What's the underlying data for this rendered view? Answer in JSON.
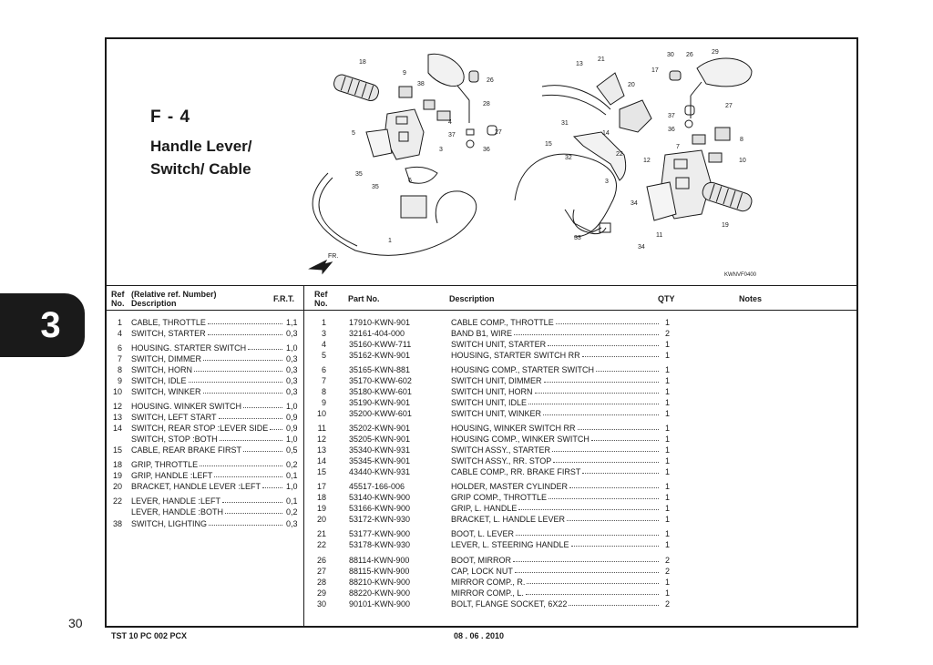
{
  "header": {
    "code": "F - 4",
    "title_line1": "Handle Lever/",
    "title_line2": "Switch/ Cable"
  },
  "figure": {
    "code": "KWNVF0400",
    "fr_label": "FR.",
    "callouts": [
      "18",
      "9",
      "38",
      "26",
      "28",
      "4",
      "5",
      "37",
      "27",
      "3",
      "36",
      "35",
      "35",
      "6",
      "1",
      "21",
      "13",
      "30",
      "26",
      "29",
      "17",
      "20",
      "27",
      "37",
      "36",
      "31",
      "14",
      "8",
      "15",
      "22",
      "32",
      "7",
      "10",
      "12",
      "3",
      "34",
      "33",
      "11",
      "34",
      "19"
    ]
  },
  "table_left": {
    "headers": {
      "ref_no": "Ref\nNo.",
      "relative": "(Relative ref. Number)",
      "description": "Description",
      "frt": "F.R.T."
    },
    "rows": [
      {
        "ref": "1",
        "desc": "CABLE, THROTTLE",
        "frt": "1,1"
      },
      {
        "ref": "4",
        "desc": "SWITCH, STARTER",
        "frt": "0,3"
      },
      {
        "ref": "6",
        "desc": "HOUSING. STARTER SWITCH",
        "frt": "1,0"
      },
      {
        "ref": "7",
        "desc": "SWITCH, DIMMER",
        "frt": "0,3"
      },
      {
        "ref": "8",
        "desc": "SWITCH, HORN",
        "frt": "0,3"
      },
      {
        "ref": "9",
        "desc": "SWITCH, IDLE",
        "frt": "0,3"
      },
      {
        "ref": "10",
        "desc": "SWITCH, WINKER",
        "frt": "0,3"
      },
      {
        "ref": "12",
        "desc": "HOUSING. WINKER SWITCH",
        "frt": "1,0"
      },
      {
        "ref": "13",
        "desc": "SWITCH, LEFT START",
        "frt": "0,9"
      },
      {
        "ref": "14",
        "desc": "SWITCH, REAR STOP :LEVER SIDE",
        "frt": "0,9"
      },
      {
        "ref": "",
        "desc": "SWITCH, STOP :BOTH",
        "frt": "1,0"
      },
      {
        "ref": "15",
        "desc": "CABLE, REAR BRAKE FIRST",
        "frt": "0,5"
      },
      {
        "ref": "18",
        "desc": "GRIP, THROTTLE",
        "frt": "0,2"
      },
      {
        "ref": "19",
        "desc": "GRIP, HANDLE :LEFT",
        "frt": "0,1"
      },
      {
        "ref": "20",
        "desc": "BRACKET, HANDLE LEVER :LEFT",
        "frt": "1,0"
      },
      {
        "ref": "22",
        "desc": "LEVER, HANDLE :LEFT",
        "frt": "0,1"
      },
      {
        "ref": "",
        "desc": "LEVER, HANDLE :BOTH",
        "frt": "0,2"
      },
      {
        "ref": "38",
        "desc": "SWITCH, LIGHTING",
        "frt": "0,3"
      }
    ]
  },
  "table_right": {
    "headers": {
      "ref_no": "Ref\nNo.",
      "part_no": "Part No.",
      "description": "Description",
      "qty": "QTY",
      "notes": "Notes"
    },
    "rows": [
      {
        "ref": "1",
        "part": "17910-KWN-901",
        "desc": "CABLE COMP., THROTTLE",
        "qty": "1"
      },
      {
        "ref": "3",
        "part": "32161-404-000",
        "desc": "BAND B1, WIRE",
        "qty": "2"
      },
      {
        "ref": "4",
        "part": "35160-KWW-711",
        "desc": "SWITCH UNIT, STARTER",
        "qty": "1"
      },
      {
        "ref": "5",
        "part": "35162-KWN-901",
        "desc": "HOUSING, STARTER SWITCH RR",
        "qty": "1"
      },
      {
        "ref": "6",
        "part": "35165-KWN-881",
        "desc": "HOUSING COMP., STARTER SWITCH",
        "qty": "1"
      },
      {
        "ref": "7",
        "part": "35170-KWW-602",
        "desc": "SWITCH UNIT, DIMMER",
        "qty": "1"
      },
      {
        "ref": "8",
        "part": "35180-KWW-601",
        "desc": "SWITCH UNIT, HORN",
        "qty": "1"
      },
      {
        "ref": "9",
        "part": "35190-KWN-901",
        "desc": "SWITCH UNIT, IDLE",
        "qty": "1"
      },
      {
        "ref": "10",
        "part": "35200-KWW-601",
        "desc": "SWITCH UNIT, WINKER",
        "qty": "1"
      },
      {
        "ref": "11",
        "part": "35202-KWN-901",
        "desc": "HOUSING, WINKER SWITCH RR",
        "qty": "1"
      },
      {
        "ref": "12",
        "part": "35205-KWN-901",
        "desc": "HOUSING COMP., WINKER SWITCH",
        "qty": "1"
      },
      {
        "ref": "13",
        "part": "35340-KWN-931",
        "desc": "SWITCH ASSY., STARTER",
        "qty": "1"
      },
      {
        "ref": "14",
        "part": "35345-KWN-901",
        "desc": "SWITCH ASSY., RR. STOP",
        "qty": "1"
      },
      {
        "ref": "15",
        "part": "43440-KWN-931",
        "desc": "CABLE COMP., RR. BRAKE FIRST",
        "qty": "1"
      },
      {
        "ref": "17",
        "part": "45517-166-006",
        "desc": "HOLDER, MASTER CYLINDER",
        "qty": "1"
      },
      {
        "ref": "18",
        "part": "53140-KWN-900",
        "desc": "GRIP COMP., THROTTLE",
        "qty": "1"
      },
      {
        "ref": "19",
        "part": "53166-KWN-900",
        "desc": "GRIP, L. HANDLE",
        "qty": "1"
      },
      {
        "ref": "20",
        "part": "53172-KWN-930",
        "desc": "BRACKET, L. HANDLE LEVER",
        "qty": "1"
      },
      {
        "ref": "21",
        "part": "53177-KWN-900",
        "desc": "BOOT, L. LEVER",
        "qty": "1"
      },
      {
        "ref": "22",
        "part": "53178-KWN-930",
        "desc": "LEVER, L. STEERING HANDLE",
        "qty": "1"
      },
      {
        "ref": "26",
        "part": "88114-KWN-900",
        "desc": "BOOT, MIRROR",
        "qty": "2"
      },
      {
        "ref": "27",
        "part": "88115-KWN-900",
        "desc": "CAP, LOCK NUT",
        "qty": "2"
      },
      {
        "ref": "28",
        "part": "88210-KWN-900",
        "desc": "MIRROR COMP., R.",
        "qty": "1"
      },
      {
        "ref": "29",
        "part": "88220-KWN-900",
        "desc": "MIRROR COMP., L.",
        "qty": "1"
      },
      {
        "ref": "30",
        "part": "90101-KWN-900",
        "desc": "BOLT, FLANGE SOCKET, 6X22",
        "qty": "2"
      }
    ]
  },
  "section_tab": "3",
  "page_number": "30",
  "footer": {
    "doc_code": "TST 10 PC 002 PCX",
    "date": "08 . 06 . 2010"
  }
}
